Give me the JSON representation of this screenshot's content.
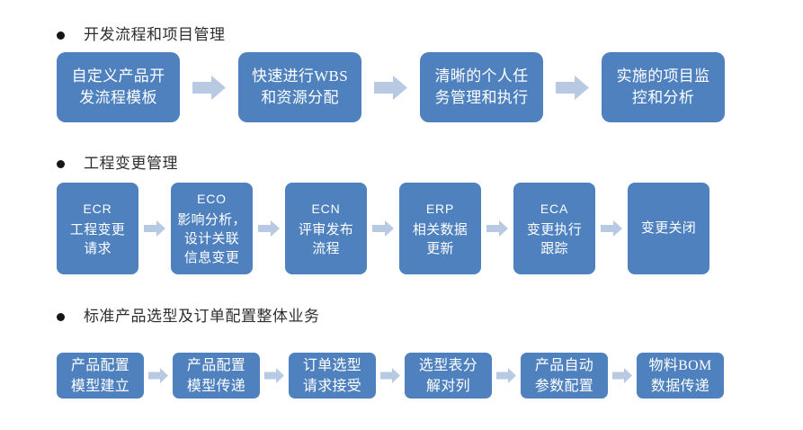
{
  "slide": {
    "background": "#ffffff",
    "box_color": "#4e81bd",
    "arrow_color": "#b8c9e3",
    "text_color": "#ffffff",
    "heading_color": "#2e2e2e"
  },
  "sections": [
    {
      "bullet": "bullet-dot",
      "title": "开发流程和项目管理",
      "steps": [
        {
          "code": "",
          "lines": [
            "自定义产品开",
            "发流程模板"
          ]
        },
        {
          "code": "",
          "lines": [
            "快速进行WBS",
            "和资源分配"
          ]
        },
        {
          "code": "",
          "lines": [
            "清晰的个人任",
            "务管理和执行"
          ]
        },
        {
          "code": "",
          "lines": [
            "实施的项目监",
            "控和分析"
          ]
        }
      ]
    },
    {
      "bullet": "bullet-dot",
      "title": "工程变更管理",
      "steps": [
        {
          "code": "ECR",
          "lines": [
            "工程变更",
            "请求"
          ]
        },
        {
          "code": "ECO",
          "lines": [
            "影响分析，",
            "设计关联",
            "信息变更"
          ]
        },
        {
          "code": "ECN",
          "lines": [
            "评审发布",
            "流程"
          ]
        },
        {
          "code": "ERP",
          "lines": [
            "相关数据",
            "更新"
          ]
        },
        {
          "code": "ECA",
          "lines": [
            "变更执行",
            "跟踪"
          ]
        },
        {
          "code": "",
          "lines": [
            "变更关闭"
          ]
        }
      ]
    },
    {
      "bullet": "bullet-dot",
      "title": "标准产品选型及订单配置整体业务",
      "steps": [
        {
          "code": "",
          "lines": [
            "产品配置",
            "模型建立"
          ]
        },
        {
          "code": "",
          "lines": [
            "产品配置",
            "模型传递"
          ]
        },
        {
          "code": "",
          "lines": [
            "订单选型",
            "请求接受"
          ]
        },
        {
          "code": "",
          "lines": [
            "选型表分",
            "解对列"
          ]
        },
        {
          "code": "",
          "lines": [
            "产品自动",
            "参数配置"
          ]
        },
        {
          "code": "",
          "lines": [
            "物料BOM",
            "数据传递"
          ]
        }
      ]
    }
  ]
}
